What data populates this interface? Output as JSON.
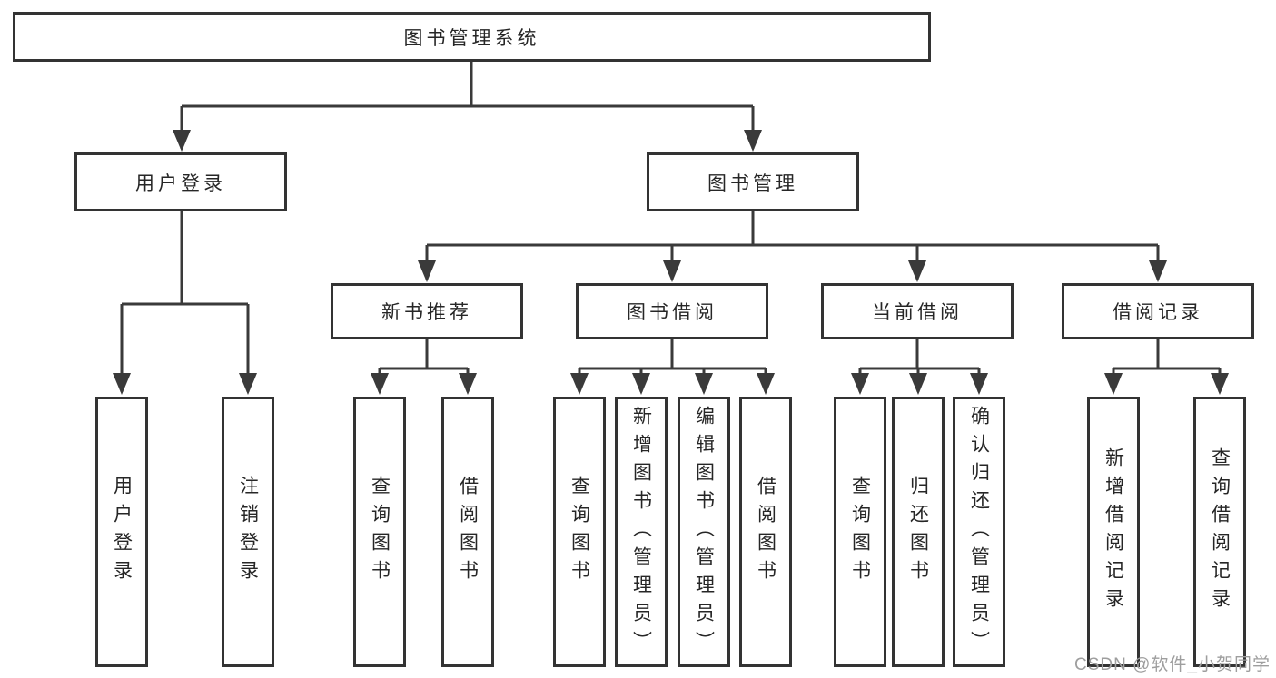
{
  "diagram": {
    "root": "图书管理系统",
    "branches": [
      {
        "label": "用户登录",
        "children": [
          {
            "label": "用户登录"
          },
          {
            "label": "注销登录"
          }
        ]
      },
      {
        "label": "图书管理",
        "children": [
          {
            "label": "新书推荐",
            "children": [
              {
                "label": "查询图书"
              },
              {
                "label": "借阅图书"
              }
            ]
          },
          {
            "label": "图书借阅",
            "children": [
              {
                "label": "查询图书"
              },
              {
                "label": "新增图书（管理员）"
              },
              {
                "label": "编辑图书（管理员）"
              },
              {
                "label": "借阅图书"
              }
            ]
          },
          {
            "label": "当前借阅",
            "children": [
              {
                "label": "查询图书"
              },
              {
                "label": "归还图书"
              },
              {
                "label": "确认归还（管理员）"
              }
            ]
          },
          {
            "label": "借阅记录",
            "children": [
              {
                "label": "新增借阅记录"
              },
              {
                "label": "查询借阅记录"
              }
            ]
          }
        ]
      }
    ]
  },
  "watermark": {
    "text": "CSDN @软件_小贺同学"
  },
  "colors": {
    "line": "#3a3a3a",
    "box_border": "#333333",
    "box_fill": "#ffffff",
    "text": "#262626",
    "watermark": "#9e9e9e"
  }
}
